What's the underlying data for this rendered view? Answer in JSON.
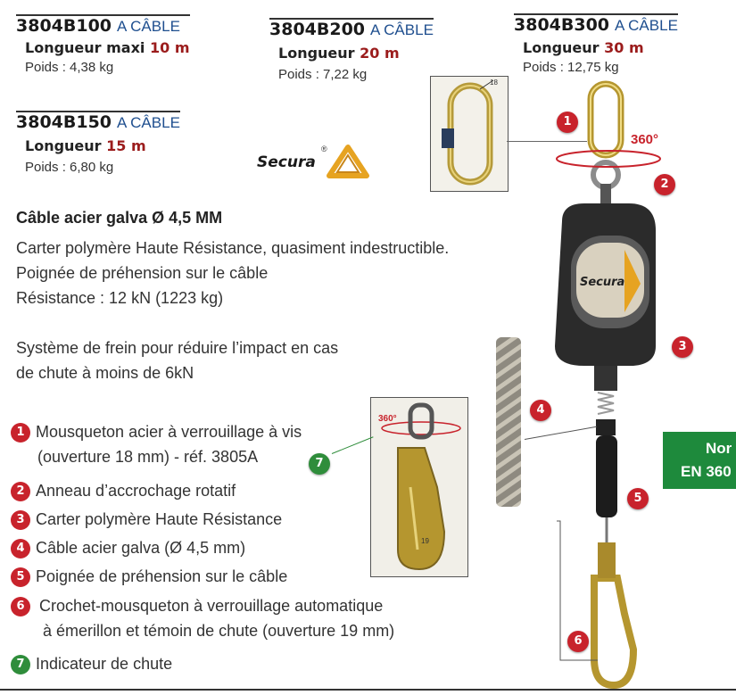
{
  "products": [
    {
      "ref": "3804B100",
      "type": "A CÂBLE",
      "length_label": "Longueur maxi",
      "length_value": "10 m",
      "weight": "Poids : 4,38 kg"
    },
    {
      "ref": "3804B200",
      "type": "A CÂBLE",
      "length_label": "Longueur",
      "length_value": "20 m",
      "weight": "Poids : 7,22 kg"
    },
    {
      "ref": "3804B300",
      "type": "A CÂBLE",
      "length_label": "Longueur",
      "length_value": "30 m",
      "weight": "Poids : 12,75 kg"
    },
    {
      "ref": "3804B150",
      "type": "A CÂBLE",
      "length_label": "Longueur",
      "length_value": "15 m",
      "weight": "Poids : 6,80 kg"
    }
  ],
  "brand": {
    "name": "Secura",
    "reg": "®"
  },
  "description": {
    "title": "Câble acier galva Ø 4,5 MM",
    "lines": [
      "Carter polymère Haute Résistance, quasiment indestructible.",
      "Poignée de préhension sur le câble",
      "Résistance : 12 kN (1223 kg)"
    ],
    "brake_lines": [
      "Système de frein pour réduire l’impact en cas",
      "de chute à moins de 6kN"
    ]
  },
  "features": [
    {
      "num": "1",
      "text": "Mousqueton acier à verrouillage à vis",
      "text2": "(ouverture 18 mm) - réf. 3805A"
    },
    {
      "num": "2",
      "text": "Anneau  d’accrochage rotatif"
    },
    {
      "num": "3",
      "text": "Carter polymère Haute Résistance"
    },
    {
      "num": "4",
      "text": "Câble acier galva (Ø 4,5 mm)"
    },
    {
      "num": "5",
      "text": "Poignée de préhension sur le câble"
    },
    {
      "num": "6",
      "text": "Crochet-mousqueton à verrouillage automatique",
      "text2": "à émerillon et témoin de chute (ouverture 19 mm)"
    },
    {
      "num": "7",
      "text": "Indicateur de chute"
    }
  ],
  "diagram": {
    "rotation_top": "360°",
    "rotation_hook": "360°",
    "dim_top": "18",
    "dim_hook": "19",
    "device_label": "Secura"
  },
  "norm": {
    "line1": "Nor",
    "line2": "EN 360"
  },
  "colors": {
    "red": "#c8232c",
    "green": "#2f8d3b",
    "blue": "#1f4f8f",
    "value_red": "#9b1c1c"
  }
}
